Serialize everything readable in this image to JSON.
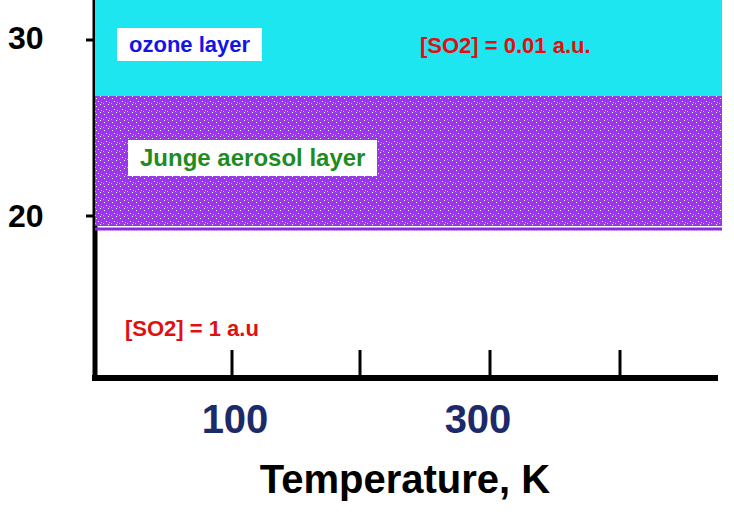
{
  "diagram": {
    "nodes": [
      {
        "text": [
          "ozone layer",
          "[SO2] = 0.01 a.u."
        ]
      },
      {
        "text": [
          "Junge aerosol layer"
        ]
      }
    ],
    "labels": [
      "30",
      "20",
      "100",
      "300",
      "Temperature, K",
      "[SO2] = 1 a.u"
    ]
  }
}
